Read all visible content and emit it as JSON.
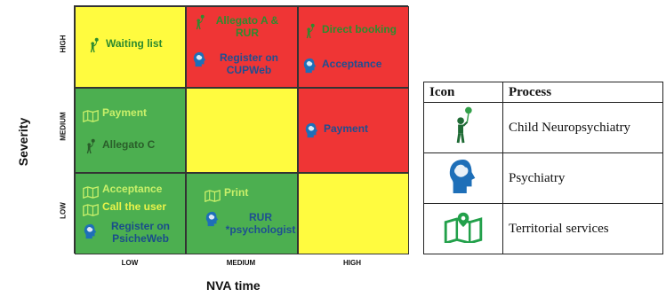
{
  "axes": {
    "y_title": "Severity",
    "x_title": "NVA time",
    "y_ticks": [
      "HIGH",
      "MEDIUM",
      "LOW"
    ],
    "x_ticks": [
      "LOW",
      "MEDIUM",
      "HIGH"
    ]
  },
  "cells": {
    "high_low": {
      "color": "yellow",
      "items": [
        {
          "icon": "child-figure-icon",
          "text": "Waiting list"
        }
      ]
    },
    "high_medium": {
      "color": "red",
      "items": [
        {
          "icon": "child-figure-icon",
          "text": "Allegato A & RUR"
        },
        {
          "icon": "brain-head-icon",
          "text": "Register on CUPWeb"
        }
      ]
    },
    "high_high": {
      "color": "red",
      "items": [
        {
          "icon": "child-figure-icon",
          "text": "Direct booking"
        },
        {
          "icon": "brain-head-icon",
          "text": "Acceptance"
        }
      ]
    },
    "medium_low": {
      "color": "green",
      "items": [
        {
          "icon": "map-pin-icon",
          "text": "Payment"
        },
        {
          "icon": "child-figure-icon",
          "text": "Allegato C"
        }
      ]
    },
    "medium_medium": {
      "color": "yellow",
      "items": []
    },
    "medium_high": {
      "color": "red",
      "items": [
        {
          "icon": "brain-head-icon",
          "text": "Payment"
        }
      ]
    },
    "low_low": {
      "color": "green",
      "items": [
        {
          "icon": "map-pin-icon",
          "text": "Acceptance"
        },
        {
          "icon": "map-pin-icon",
          "text": "Call the user"
        },
        {
          "icon": "brain-head-icon",
          "text": "Register on PsicheWeb"
        }
      ]
    },
    "low_medium": {
      "color": "green",
      "items": [
        {
          "icon": "map-pin-icon",
          "text": "Print"
        },
        {
          "icon": "brain-head-icon",
          "text": "RUR *psychologist"
        }
      ]
    },
    "low_high": {
      "color": "yellow",
      "items": []
    }
  },
  "legend": {
    "header_icon": "Icon",
    "header_process": "Process",
    "rows": [
      {
        "icon": "child-figure-icon",
        "process": "Child Neuropsychiatry"
      },
      {
        "icon": "brain-head-icon",
        "process": "Psychiatry"
      },
      {
        "icon": "map-pin-icon",
        "process": "Territorial services"
      }
    ]
  },
  "colors": {
    "yellow": "#fffb3f",
    "green": "#4caf50",
    "red": "#ef3535",
    "icon_green": "#2e8b2e",
    "icon_blue": "#1e6fb8"
  }
}
